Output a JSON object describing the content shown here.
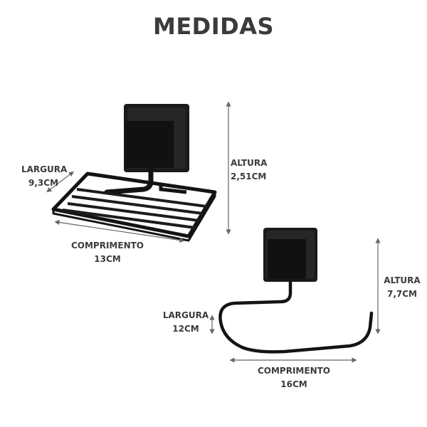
{
  "title": "MEDIDAS",
  "soap_dish": {
    "largura": {
      "label": "LARGURA",
      "value": "9,3CM"
    },
    "altura": {
      "label": "ALTURA",
      "value": "2,51CM"
    },
    "comprimento": {
      "label": "COMPRIMENTO",
      "value": "13CM"
    }
  },
  "towel_holder": {
    "largura": {
      "label": "LARGURA",
      "value": "12CM"
    },
    "altura": {
      "label": "ALTURA",
      "value": "7,7CM"
    },
    "comprimento": {
      "label": "COMPRIMENTO",
      "value": "16CM"
    }
  },
  "colors": {
    "text": "#3b3b3b",
    "product": "#141414",
    "arrow": "#666666"
  }
}
